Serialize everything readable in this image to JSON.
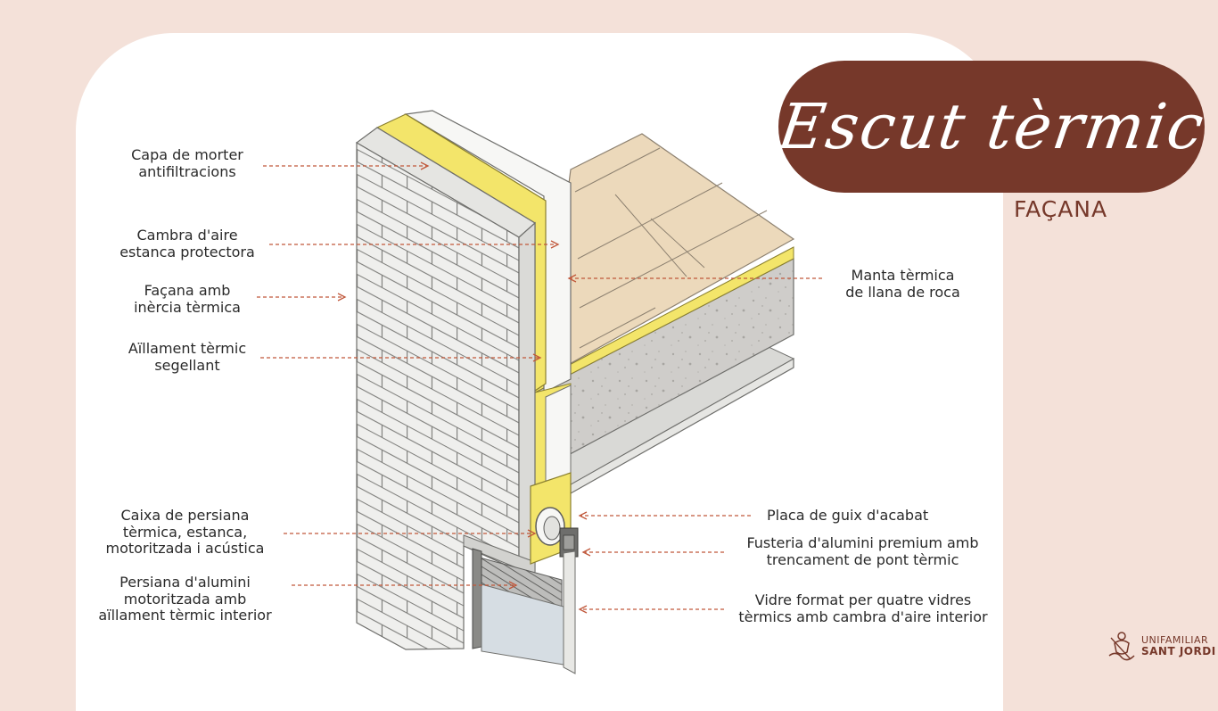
{
  "title": "Escut tèrmic",
  "subtitle": "FAÇANA",
  "labels_left": [
    {
      "id": "capa-morter",
      "text": "Capa de morter\nantifiltracions"
    },
    {
      "id": "cambra-aire",
      "text": "Cambra d'aire\nestanca protectora"
    },
    {
      "id": "facana-inercia",
      "text": "Façana amb\ninèrcia tèrmica"
    },
    {
      "id": "aillament-segellant",
      "text": "Aïllament tèrmic\nsegellant"
    },
    {
      "id": "caixa-persiana",
      "text": "Caixa de persiana\ntèrmica, estanca,\nmotoritzada i acústica"
    },
    {
      "id": "persiana-alumini",
      "text": "Persiana d'alumini\nmotoritzada amb\naïllament tèrmic interior"
    }
  ],
  "labels_right": [
    {
      "id": "manta-termica",
      "text": "Manta tèrmica\nde llana de roca"
    },
    {
      "id": "placa-guix",
      "text": "Placa de guix d'acabat"
    },
    {
      "id": "fusteria-alumini",
      "text": "Fusteria d'alumini premium amb\ntrencament de pont tèrmic"
    },
    {
      "id": "vidre-format",
      "text": "Vidre format per quatre vidres\ntèrmics amb cambra d'aire interior"
    }
  ],
  "logo": {
    "line1": "UNIFAMILIAR",
    "line2": "SANT JORDI"
  },
  "colors": {
    "background": "#f4e1d9",
    "card": "#ffffff",
    "accent": "#76382a",
    "arrow": "#c0573a",
    "insulation": "#f3e56a",
    "brick": "#ececea",
    "concrete": "#cfcdca",
    "wood": "#ecd9bb"
  }
}
